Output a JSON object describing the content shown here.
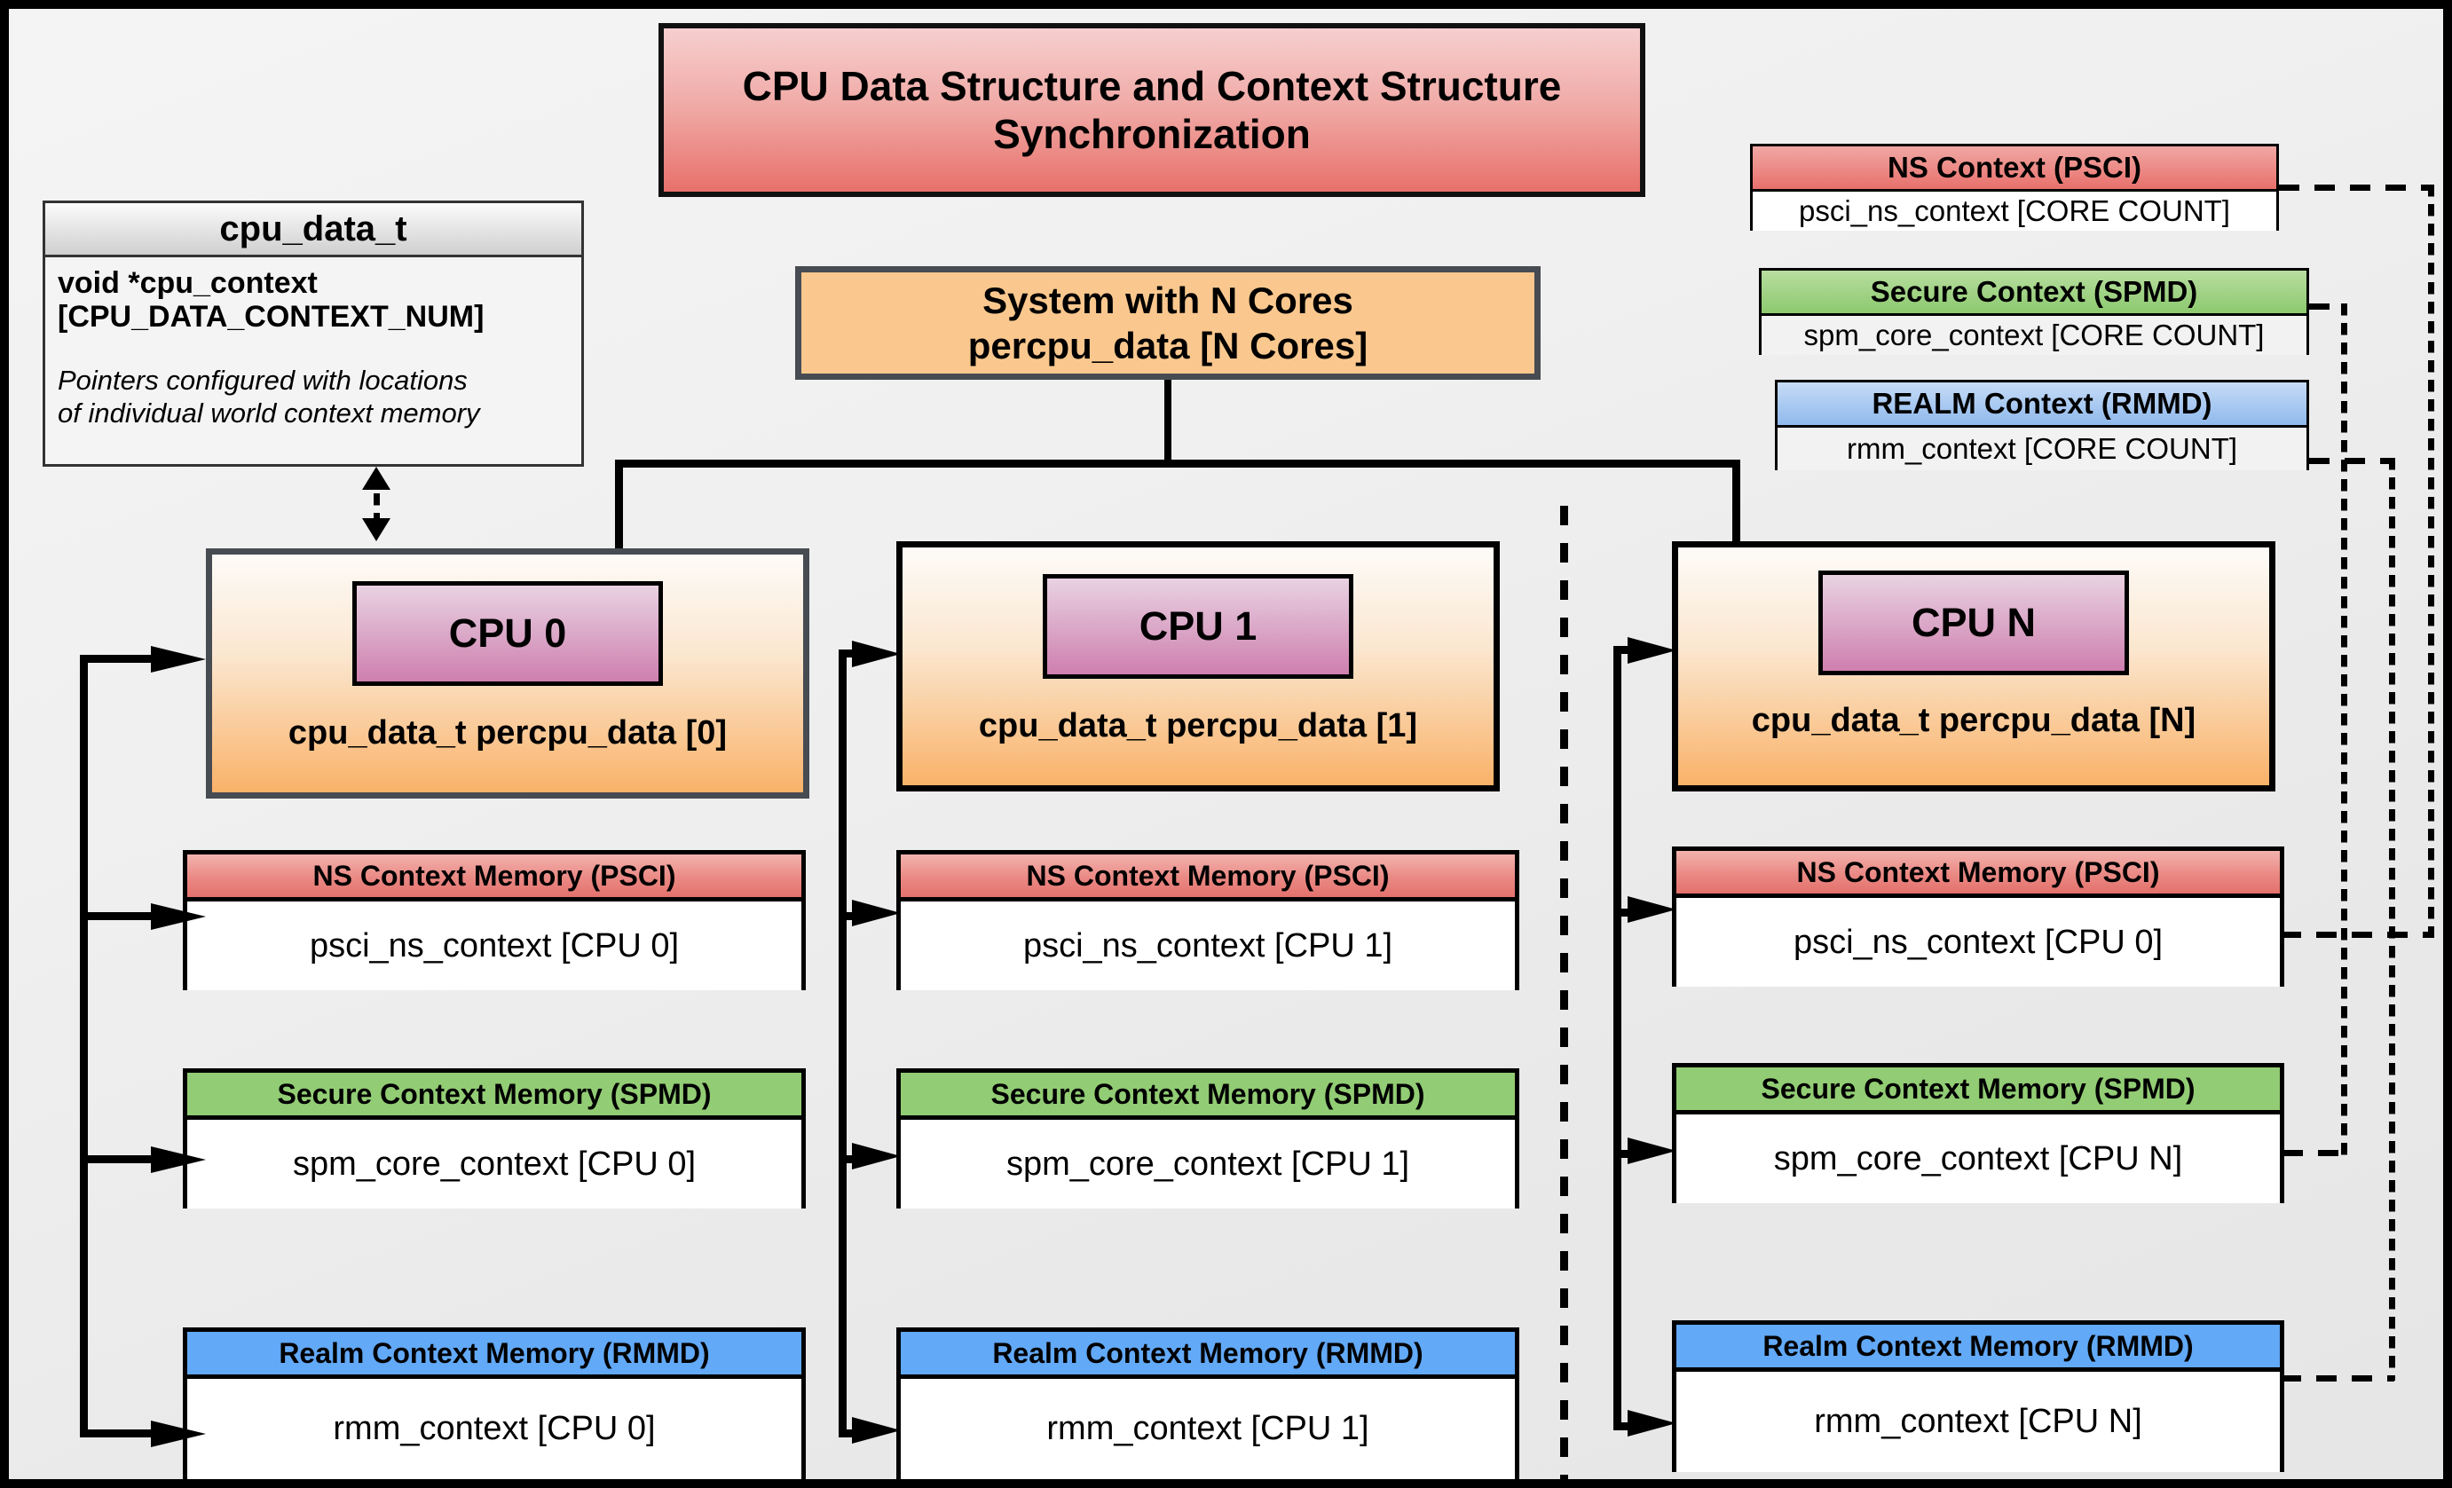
{
  "title": {
    "line1": "CPU Data Structure and Context Structure",
    "line2": "Synchronization"
  },
  "struct_box": {
    "name": "cpu_data_t",
    "field_line1": "void  *cpu_context",
    "field_line2": "[CPU_DATA_CONTEXT_NUM]",
    "note_line1": "Pointers configured with locations",
    "note_line2": "of individual world context memory"
  },
  "system_box": {
    "line1": "System with N Cores",
    "line2": "percpu_data [N Cores]"
  },
  "legend": [
    {
      "header": "NS Context  (PSCI)",
      "value": "psci_ns_context [CORE COUNT]",
      "color": "#e8706b"
    },
    {
      "header": "Secure Context (SPMD)",
      "value": "spm_core_context [CORE COUNT]",
      "color": "#8cc96e"
    },
    {
      "header": "REALM Context (RMMD)",
      "value": "rmm_context [CORE COUNT]",
      "color": "#8fb9ec"
    }
  ],
  "columns": [
    {
      "cpu_label": "CPU 0",
      "cpu_sub": "cpu_data_t percpu_data [0]",
      "contexts": [
        {
          "header": "NS Context Memory (PSCI)",
          "value": "psci_ns_context [CPU 0]"
        },
        {
          "header": "Secure Context Memory (SPMD)",
          "value": "spm_core_context [CPU 0]"
        },
        {
          "header": "Realm Context Memory (RMMD)",
          "value": "rmm_context [CPU 0]"
        }
      ]
    },
    {
      "cpu_label": "CPU 1",
      "cpu_sub": "cpu_data_t percpu_data [1]",
      "contexts": [
        {
          "header": "NS Context Memory (PSCI)",
          "value": "psci_ns_context [CPU 1]"
        },
        {
          "header": "Secure Context Memory (SPMD)",
          "value": "spm_core_context [CPU 1]"
        },
        {
          "header": "Realm Context Memory (RMMD)",
          "value": "rmm_context [CPU 1]"
        }
      ]
    },
    {
      "cpu_label": "CPU N",
      "cpu_sub": "cpu_data_t percpu_data [N]",
      "contexts": [
        {
          "header": "NS Context Memory (PSCI)",
          "value": "psci_ns_context [CPU 0]"
        },
        {
          "header": "Secure Context Memory (SPMD)",
          "value": "spm_core_context [CPU N]"
        },
        {
          "header": "Realm Context Memory (RMMD)",
          "value": "rmm_context [CPU N]"
        }
      ]
    }
  ],
  "colors": {
    "ns": "#e8706b",
    "secure": "#92cc74",
    "realm": "#62a9f7",
    "cpu_card": "#f9b269",
    "cpu_badge": "#cf7fae",
    "system": "#fac88e",
    "frame": "#000000",
    "background": "#eeeeee"
  }
}
